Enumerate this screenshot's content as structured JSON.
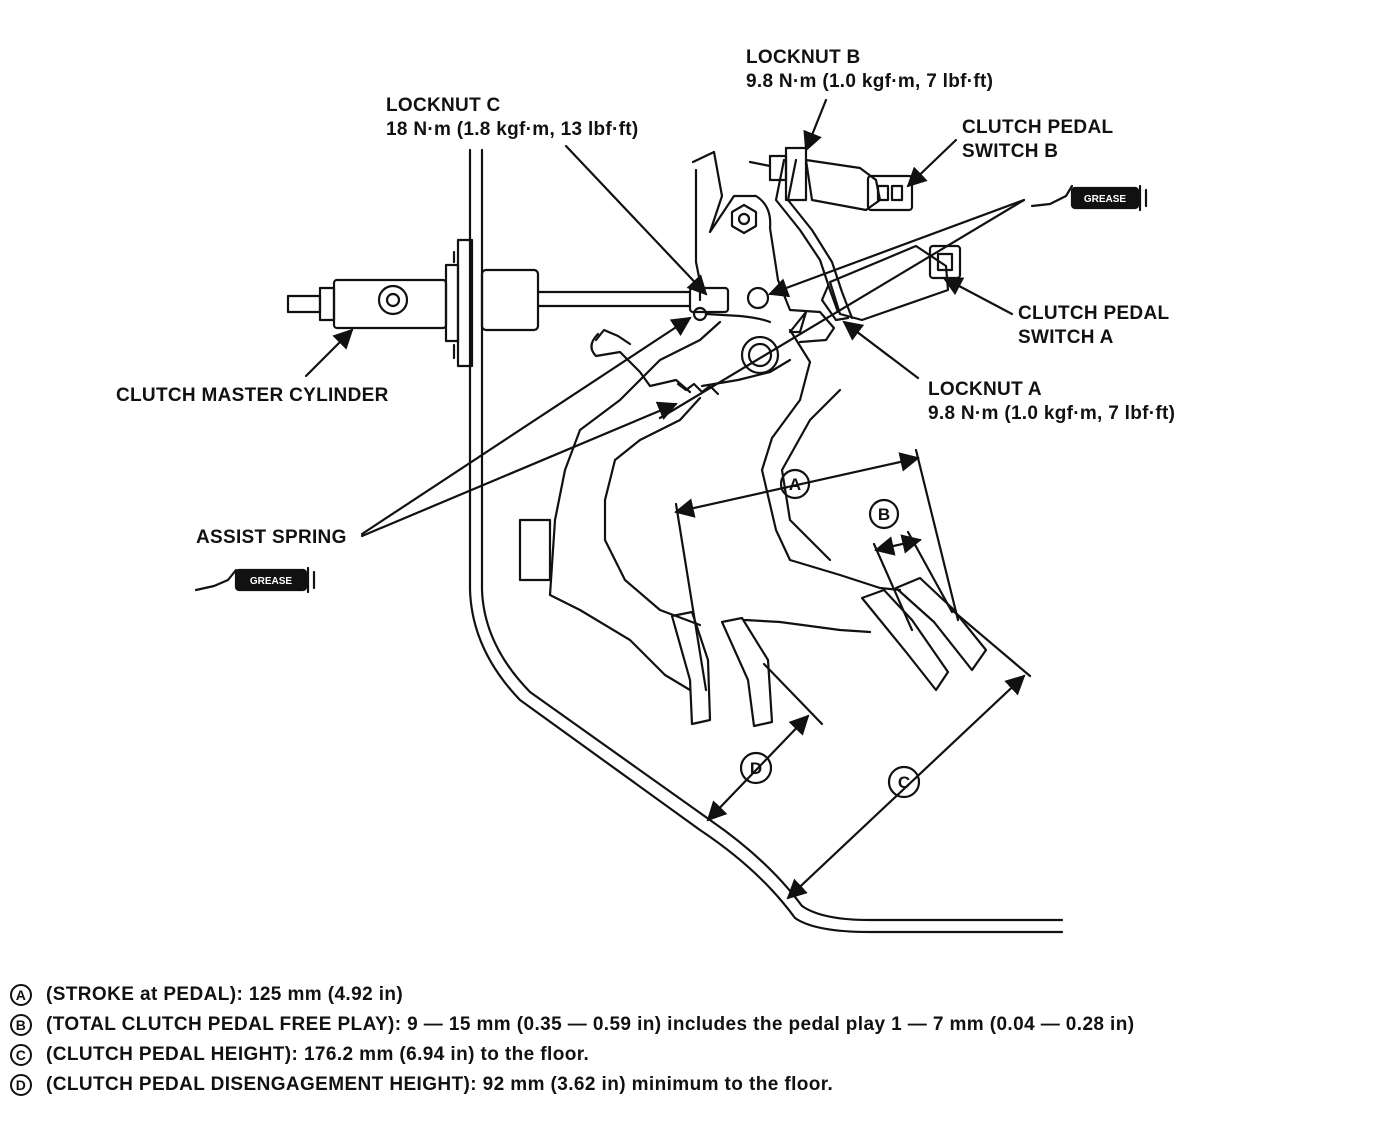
{
  "labels": {
    "locknut_b_title": "LOCKNUT B",
    "locknut_b_torque": "9.8 N·m (1.0 kgf·m, 7 lbf·ft)",
    "locknut_c_title": "LOCKNUT C",
    "locknut_c_torque": "18 N·m (1.8 kgf·m, 13 lbf·ft)",
    "switch_b_line1": "CLUTCH PEDAL",
    "switch_b_line2": "SWITCH B",
    "switch_a_line1": "CLUTCH PEDAL",
    "switch_a_line2": "SWITCH A",
    "master_cylinder": "CLUTCH MASTER CYLINDER",
    "locknut_a_title": "LOCKNUT A",
    "locknut_a_torque": "9.8 N·m (1.0 kgf·m, 7 lbf·ft)",
    "assist_spring": "ASSIST SPRING",
    "grease": "GREASE"
  },
  "dimension_markers": {
    "a": "A",
    "b": "B",
    "c": "C",
    "d": "D"
  },
  "legend": [
    {
      "marker": "A",
      "text": "(STROKE at PEDAL): 125 mm (4.92 in)"
    },
    {
      "marker": "B",
      "text": "(TOTAL CLUTCH PEDAL FREE PLAY): 9 — 15 mm (0.35 — 0.59 in) includes the pedal play 1 — 7 mm (0.04 — 0.28 in)"
    },
    {
      "marker": "C",
      "text": "(CLUTCH PEDAL HEIGHT): 176.2 mm (6.94 in) to the floor."
    },
    {
      "marker": "D",
      "text": "(CLUTCH PEDAL DISENGAGEMENT HEIGHT): 92 mm (3.62 in) minimum to the floor."
    }
  ]
}
